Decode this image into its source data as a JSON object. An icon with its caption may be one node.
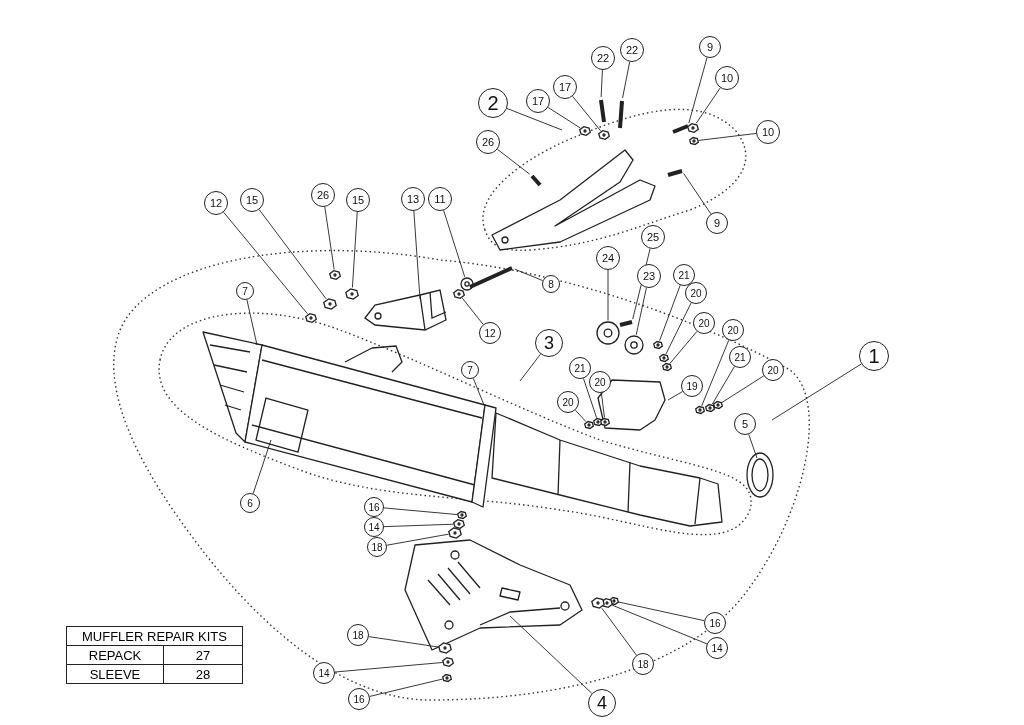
{
  "diagram": {
    "nodes": [
      {
        "text": [
          "22"
        ]
      },
      {
        "text": [
          "22"
        ]
      },
      {
        "text": [
          "9"
        ]
      },
      {
        "text": [
          "10"
        ]
      },
      {
        "text": [
          "17"
        ]
      },
      {
        "text": [
          "17"
        ]
      },
      {
        "text": [
          "2"
        ]
      },
      {
        "text": [
          "10"
        ]
      },
      {
        "text": [
          "26"
        ]
      },
      {
        "text": [
          "12"
        ]
      },
      {
        "text": [
          "15"
        ]
      },
      {
        "text": [
          "26"
        ]
      },
      {
        "text": [
          "15"
        ]
      },
      {
        "text": [
          "13"
        ]
      },
      {
        "text": [
          "11"
        ]
      },
      {
        "text": [
          "9"
        ]
      },
      {
        "text": [
          "25"
        ]
      },
      {
        "text": [
          "24"
        ]
      },
      {
        "text": [
          "21"
        ]
      },
      {
        "text": [
          "23"
        ]
      },
      {
        "text": [
          "20"
        ]
      },
      {
        "text": [
          "8"
        ]
      },
      {
        "text": [
          "7"
        ]
      },
      {
        "text": [
          "20"
        ]
      },
      {
        "text": [
          "12"
        ]
      },
      {
        "text": [
          "20"
        ]
      },
      {
        "text": [
          "3"
        ]
      },
      {
        "text": [
          "1"
        ]
      },
      {
        "text": [
          "21"
        ]
      },
      {
        "text": [
          "21"
        ]
      },
      {
        "text": [
          "7"
        ]
      },
      {
        "text": [
          "20"
        ]
      },
      {
        "text": [
          "19"
        ]
      },
      {
        "text": [
          "20"
        ]
      },
      {
        "text": [
          "20"
        ]
      },
      {
        "text": [
          "5"
        ]
      },
      {
        "text": [
          "6"
        ]
      },
      {
        "text": [
          "16"
        ]
      },
      {
        "text": [
          "14"
        ]
      },
      {
        "text": [
          "18"
        ]
      },
      {
        "text": [
          "16"
        ]
      },
      {
        "text": [
          "18"
        ]
      },
      {
        "text": [
          "14"
        ]
      },
      {
        "text": [
          "18"
        ]
      },
      {
        "text": [
          "14"
        ]
      },
      {
        "text": [
          "16"
        ]
      },
      {
        "text": [
          "4"
        ]
      },
      {
        "text": [],
        "shape": "bar"
      },
      {
        "text": [],
        "shape": "bar"
      },
      {
        "text": [],
        "shape": "hexagon"
      },
      {
        "text": [],
        "shape": "hexagon"
      },
      {
        "text": [],
        "shape": "bar"
      },
      {
        "text": [],
        "shape": "hexagon"
      },
      {
        "text": [],
        "shape": "hexagon"
      },
      {
        "text": [],
        "shape": "bar"
      },
      {
        "text": [],
        "shape": "bar"
      },
      {
        "text": [],
        "shape": "hexagon"
      },
      {
        "text": [],
        "shape": "circle"
      },
      {
        "text": [],
        "shape": "bar"
      },
      {
        "text": [],
        "shape": "hexagon"
      },
      {
        "text": [],
        "shape": "hexagon"
      },
      {
        "text": [],
        "shape": "hexagon"
      },
      {
        "text": [],
        "shape": "hexagon"
      },
      {
        "text": [],
        "shape": "bar"
      },
      {
        "text": [],
        "shape": "circle"
      },
      {
        "text": [],
        "shape": "circle"
      },
      {
        "text": [],
        "shape": "hexagon"
      },
      {
        "text": [],
        "shape": "hexagon"
      },
      {
        "text": [],
        "shape": "hexagon"
      },
      {
        "text": [],
        "shape": "hexagon"
      },
      {
        "text": [],
        "shape": "hexagon"
      },
      {
        "text": [],
        "shape": "hexagon"
      },
      {
        "text": [],
        "shape": "hexagon"
      },
      {
        "text": [],
        "shape": "hexagon"
      },
      {
        "text": [],
        "shape": "hexagon"
      },
      {
        "text": [],
        "shape": "hexagon"
      },
      {
        "text": [],
        "shape": "hexagon"
      },
      {
        "text": [],
        "shape": "hexagon"
      },
      {
        "text": [],
        "shape": "hexagon"
      },
      {
        "text": [],
        "shape": "hexagon"
      },
      {
        "text": [],
        "shape": "hexagon"
      },
      {
        "text": [],
        "shape": "hexagon"
      },
      {
        "text": [],
        "shape": "hexagon"
      },
      {
        "text": [],
        "shape": "hexagon"
      },
      {
        "text": [],
        "shape": "picture"
      }
    ],
    "edges": [
      {
        "from": 0,
        "to": 47,
        "arrow": "none"
      },
      {
        "from": 1,
        "to": 48,
        "arrow": "none"
      },
      {
        "from": 2,
        "to": 51,
        "arrow": "none"
      },
      {
        "from": 3,
        "to": 52,
        "arrow": "none"
      },
      {
        "from": 4,
        "to": 49,
        "arrow": "none"
      },
      {
        "from": 5,
        "to": 50,
        "arrow": "none"
      },
      {
        "from": 6,
        "to": null,
        "arrow": "none"
      },
      {
        "from": 7,
        "to": 53,
        "arrow": "none"
      },
      {
        "from": 8,
        "to": 55,
        "arrow": "none"
      },
      {
        "from": 9,
        "to": 62,
        "arrow": "none"
      },
      {
        "from": 10,
        "to": 61,
        "arrow": "none"
      },
      {
        "from": 11,
        "to": 56,
        "arrow": "none"
      },
      {
        "from": 12,
        "to": 60,
        "arrow": "none"
      },
      {
        "from": 13,
        "to": 84,
        "arrow": "none"
      },
      {
        "from": 14,
        "to": 57,
        "arrow": "none"
      },
      {
        "from": 15,
        "to": 54,
        "arrow": "none"
      },
      {
        "from": 16,
        "to": 63,
        "arrow": "none"
      },
      {
        "from": 17,
        "to": 64,
        "arrow": "none"
      },
      {
        "from": 18,
        "to": 66,
        "arrow": "none"
      },
      {
        "from": 19,
        "to": 65,
        "arrow": "none"
      },
      {
        "from": 20,
        "to": 67,
        "arrow": "none"
      },
      {
        "from": 21,
        "to": 58,
        "arrow": "none"
      },
      {
        "from": 22,
        "to": null,
        "arrow": "none"
      },
      {
        "from": 23,
        "to": 68,
        "arrow": "none"
      },
      {
        "from": 24,
        "to": 59,
        "arrow": "none"
      },
      {
        "from": 25,
        "to": 71,
        "arrow": "none"
      },
      {
        "from": 26,
        "to": null,
        "arrow": "none"
      },
      {
        "from": 27,
        "to": null,
        "arrow": "none"
      },
      {
        "from": 28,
        "to": 73,
        "arrow": "none"
      },
      {
        "from": 29,
        "to": 70,
        "arrow": "none"
      },
      {
        "from": 30,
        "to": null,
        "arrow": "none"
      },
      {
        "from": 31,
        "to": 74,
        "arrow": "none"
      },
      {
        "from": 32,
        "to": null,
        "arrow": "none"
      },
      {
        "from": 33,
        "to": 69,
        "arrow": "none"
      },
      {
        "from": 34,
        "to": 72,
        "arrow": "none"
      },
      {
        "from": 35,
        "to": null,
        "arrow": "none"
      },
      {
        "from": 36,
        "to": null,
        "arrow": "none"
      },
      {
        "from": 37,
        "to": 75,
        "arrow": "none"
      },
      {
        "from": 38,
        "to": 76,
        "arrow": "none"
      },
      {
        "from": 39,
        "to": 77,
        "arrow": "none"
      },
      {
        "from": 40,
        "to": 78,
        "arrow": "none"
      },
      {
        "from": 41,
        "to": 81,
        "arrow": "none"
      },
      {
        "from": 42,
        "to": 79,
        "arrow": "none"
      },
      {
        "from": 43,
        "to": 80,
        "arrow": "none"
      },
      {
        "from": 44,
        "to": 82,
        "arrow": "none"
      },
      {
        "from": 45,
        "to": 83,
        "arrow": "none"
      },
      {
        "from": 46,
        "to": null,
        "arrow": "none"
      }
    ],
    "labels": [
      "MUFFLER REPAIR KITS",
      "REPACK",
      "27",
      "SLEEVE",
      "28"
    ]
  }
}
